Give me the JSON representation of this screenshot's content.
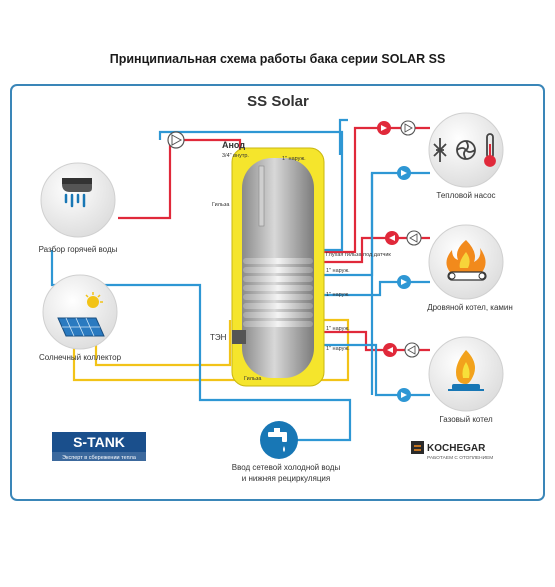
{
  "title": "Принципиальная схема работы бака серии SOLAR SS",
  "diagram_title": "SS Solar",
  "tank_labels": {
    "anode": "Анод",
    "anode_thread": "3/4\" внутр.",
    "top_outlet": "1\" наруж.",
    "gilza_top": "Гильза",
    "gilza_bottom": "Гильза",
    "blind_sleeve": "Глухая гильза под датчик",
    "port1": "1\" наруж.",
    "port2": "1\" наруж.",
    "port3": "1\" наруж.",
    "port4": "1\" наруж.",
    "ten": "ТЭН"
  },
  "devices": {
    "hot_water": "Разбор горячей воды",
    "solar": "Солнечный коллектор",
    "heat_pump": "Тепловой насос",
    "wood_boiler": "Дровяной котел, камин",
    "gas_boiler": "Газовый котел",
    "cold_water_line1": "Ввод  сетевой холодной воды",
    "cold_water_line2": "и нижняя рециркуляция"
  },
  "logos": {
    "stank_name": "S-TANK",
    "stank_slogan": "Эксперт в сбережении тепла",
    "kochegar_name": "KOCHEGAR",
    "kochegar_slogan": "РАБОТАЕМ С ОТОПЛЕНИЕМ"
  },
  "colors": {
    "frame": "#3a86b8",
    "hot_line": "#e0293a",
    "cold_line": "#2e97d4",
    "solar_line": "#f2c318",
    "tank_jacket": "#f5e52c",
    "tank_body": "#9a9a9a",
    "drop_icon": "#1877b5"
  }
}
